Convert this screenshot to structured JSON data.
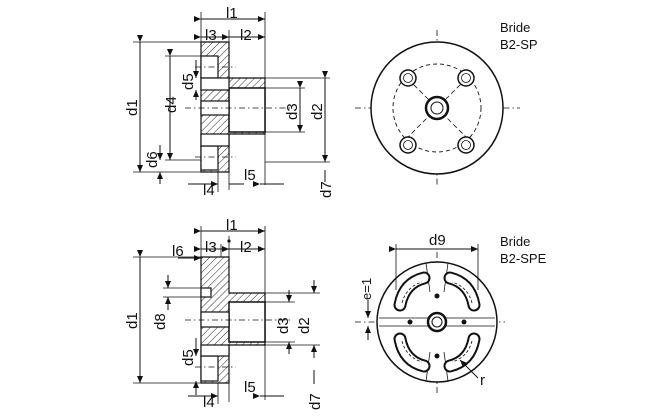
{
  "views": {
    "top": {
      "title_line1": "Bride",
      "title_line2": "B2-SP",
      "labels": {
        "l1": "l1",
        "l2": "l2",
        "l3": "l3",
        "l4": "l4",
        "l5": "l5",
        "d1": "d1",
        "d2": "d2",
        "d3": "d3",
        "d4": "d4",
        "d5": "d5",
        "d6": "d6",
        "d7": "d7"
      }
    },
    "bottom": {
      "title_line1": "Bride",
      "title_line2": "B2-SPE",
      "labels": {
        "l1": "l1",
        "l2": "l2",
        "l3": "l3",
        "l4": "l4",
        "l5": "l5",
        "l6": "l6",
        "d1": "d1",
        "d2": "d2",
        "d3": "d3",
        "d5": "d5",
        "d7": "d7",
        "d8": "d8",
        "d9": "d9",
        "e1": "e=1",
        "r": "r"
      }
    }
  }
}
